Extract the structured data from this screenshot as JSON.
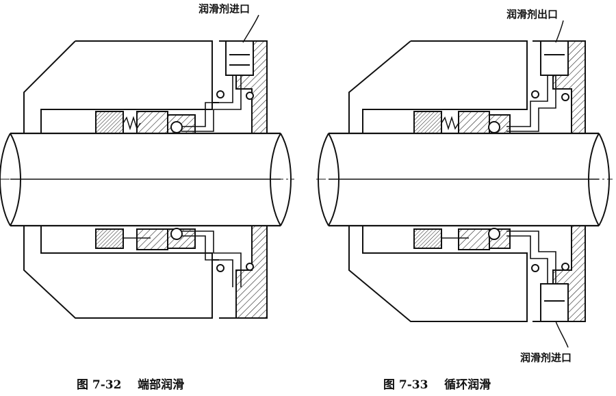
{
  "labels": {
    "fig32_inlet": "润滑剂进口",
    "fig33_outlet": "润滑剂出口",
    "fig33_inlet": "润滑剂进口"
  },
  "captions": {
    "fig32_number": "图 7-32",
    "fig32_title": "端部润滑",
    "fig33_number": "图 7-33",
    "fig33_title": "循环润滑"
  }
}
